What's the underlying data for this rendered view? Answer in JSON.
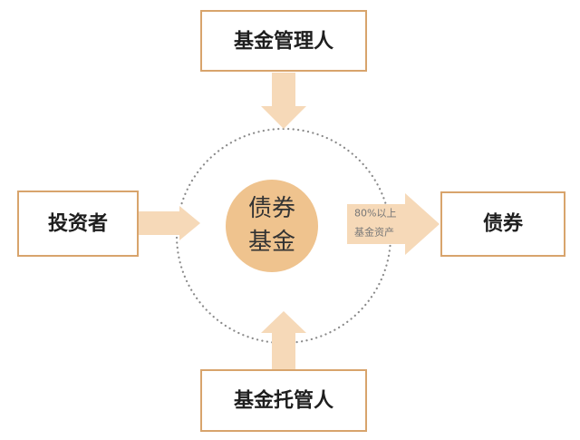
{
  "nodes": {
    "center": {
      "line1": "债券",
      "line2": "基金"
    },
    "top": {
      "label": "基金管理人"
    },
    "bottom": {
      "label": "基金托管人"
    },
    "left": {
      "label": "投资者"
    },
    "right": {
      "label": "债券"
    }
  },
  "edges": {
    "center_to_right": {
      "label_line1": "80%以上",
      "label_line2": "基金资产"
    }
  },
  "colors": {
    "box_border": "#d8a46c",
    "arrow_fill": "#f6d9b8",
    "center_fill": "#efc38e",
    "ring": "#8a8a8a",
    "text": "#1e1e1e",
    "center_text": "#333333",
    "edge_label": "#777777"
  }
}
